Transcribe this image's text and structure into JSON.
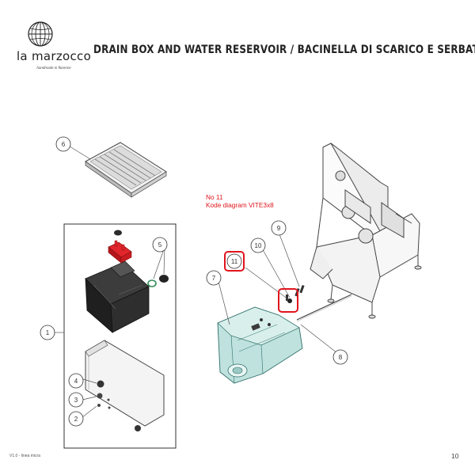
{
  "brand": {
    "name": "la marzocco",
    "tagline": "handmade in florence"
  },
  "title": "DRAIN BOX AND WATER RESERVOIR / BACINELLA DI SCARICO E SERBATOIO",
  "note": {
    "line1": "No 11",
    "line2": "Kode diagram VITE3x8"
  },
  "callouts": [
    "1",
    "2",
    "3",
    "4",
    "5",
    "6",
    "7",
    "8",
    "9",
    "10",
    "11"
  ],
  "footer": {
    "left": "V1.0 - linea micra",
    "page": "10"
  },
  "colors": {
    "highlight": "#e0141c",
    "reservoir": "#a9d6d1",
    "drain_box": "#2b2b2b",
    "line": "#555555"
  }
}
